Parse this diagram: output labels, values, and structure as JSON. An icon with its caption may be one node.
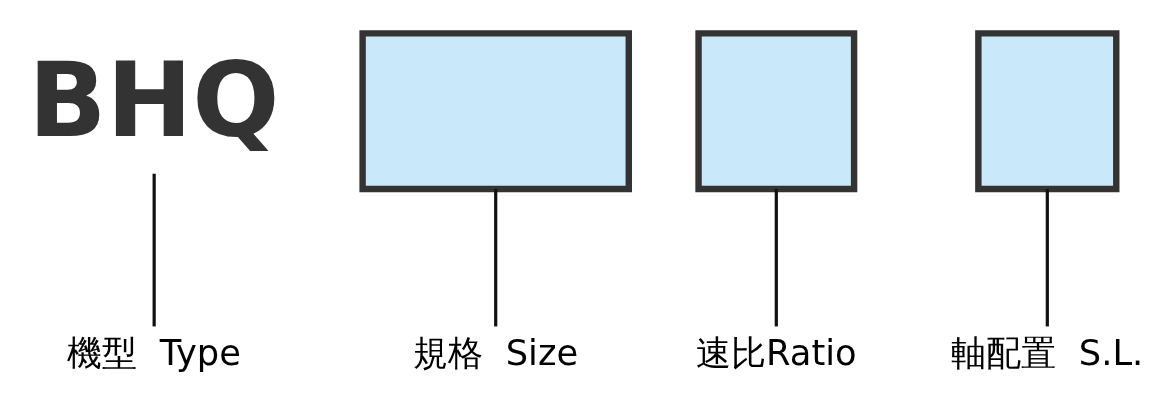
{
  "diagram": {
    "nodes": [
      {
        "text": [
          "BHQ"
        ]
      },
      {
        "text": [],
        "shape": "box"
      },
      {
        "text": [],
        "shape": "box"
      },
      {
        "text": [],
        "shape": "box"
      },
      {
        "text": [
          "機型  Type"
        ]
      },
      {
        "text": [
          "規格  Size"
        ]
      },
      {
        "text": [
          "速比Ratio"
        ]
      },
      {
        "text": [
          "軸配置  S.L."
        ]
      }
    ],
    "edges": [
      {
        "from": 4,
        "to": 0,
        "arrow": "none"
      },
      {
        "from": 5,
        "to": 1,
        "arrow": "none"
      },
      {
        "from": 6,
        "to": 2,
        "arrow": "none"
      },
      {
        "from": 7,
        "to": 3,
        "arrow": "none"
      }
    ]
  }
}
